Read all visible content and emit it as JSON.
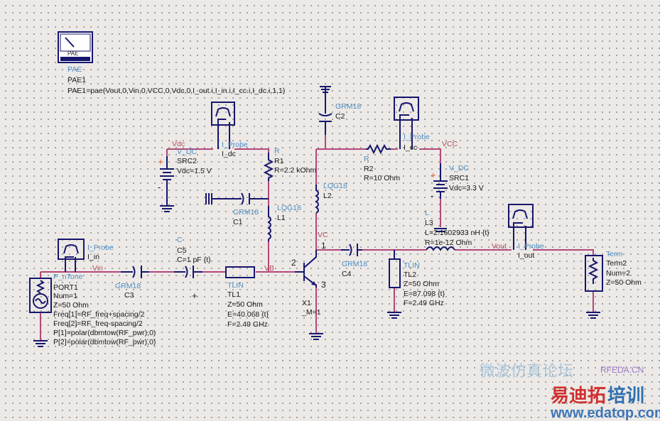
{
  "pae": {
    "icon_label": "PAE",
    "type": "PAE",
    "name": "PAE1",
    "expr": "PAE1=pae(Vout,0,Vin,0,VCC,0,Vdc,0,I_out.i,I_in.i,I_cc.i,I_dc.i,1,1)"
  },
  "nets": {
    "vin": "Vin",
    "vb": "VB",
    "vc": "VC",
    "vdc": "Vdc",
    "vcc": "VCC",
    "vout": "Vout",
    "pin1": "1",
    "pin2": "2",
    "pin3": "3"
  },
  "port1": {
    "type": "P_nTone",
    "name": "PORT1",
    "num": "Num=1",
    "z": "Z=50 Ohm",
    "f1": "Freq[1]=RF_freq+spacing/2",
    "f2": "Freq[2]=RF_freq-spacing/2",
    "p1": "P[1]=polar(dbmtow(RF_pwr),0)",
    "p2": "P[2]=polar(dbmtow(RF_pwr),0)"
  },
  "probe_in": {
    "type": "I_Probe",
    "name": "I_in"
  },
  "probe_dc": {
    "type": "I_Probe",
    "name": "I_dc"
  },
  "probe_cc": {
    "type": "I_Probe",
    "name": "I_cc"
  },
  "probe_out": {
    "type": "I_Probe",
    "name": "I_out"
  },
  "c3": {
    "type": "GRM18",
    "name": "C3"
  },
  "c5": {
    "type": "C",
    "name": "C5",
    "val": "C=1 pF {t}"
  },
  "tl1": {
    "type": "TLIN",
    "name": "TL1",
    "z": "Z=50 Ohm",
    "e": "E=40.068 {t}",
    "f": "F=2.49 GHz"
  },
  "src2": {
    "type": "V_DC",
    "name": "SRC2",
    "v": "Vdc=1.5 V"
  },
  "r1": {
    "type": "R",
    "name": "R1",
    "v": "R=2.2 kOhm"
  },
  "c1": {
    "type": "GRM18",
    "name": "C1"
  },
  "l1": {
    "type": "LQG18",
    "name": "L1"
  },
  "c2": {
    "type": "GRM18",
    "name": "C2"
  },
  "l2": {
    "type": "LQG18",
    "name": "L2"
  },
  "r2": {
    "type": "R",
    "name": "R2",
    "v": "R=10 Ohm"
  },
  "src1": {
    "type": "V_DC",
    "name": "SRC1",
    "v": "Vdc=3.3 V"
  },
  "l3": {
    "type": "L",
    "name": "L3",
    "l": "L=2.1602933 nH {t}",
    "r": "R=1e-12 Ohm"
  },
  "x1": {
    "name": "X1",
    "m": "_M=1"
  },
  "c4": {
    "type": "GRM18",
    "name": "C4"
  },
  "tl2": {
    "type": "TLIN",
    "name": "TL2",
    "z": "Z=50 Ohm",
    "e": "E=87.098 {t}",
    "f": "F=2.49 GHz"
  },
  "term2": {
    "type": "Term",
    "name": "Term2",
    "num": "Num=2",
    "z": "Z=50 Ohm"
  },
  "watermark": {
    "cn1": "易迪拓",
    "cn2": "培训",
    "url": "www.edatop.com",
    "site": "RFEDA.CN",
    "faint": "微波仿真论坛"
  }
}
